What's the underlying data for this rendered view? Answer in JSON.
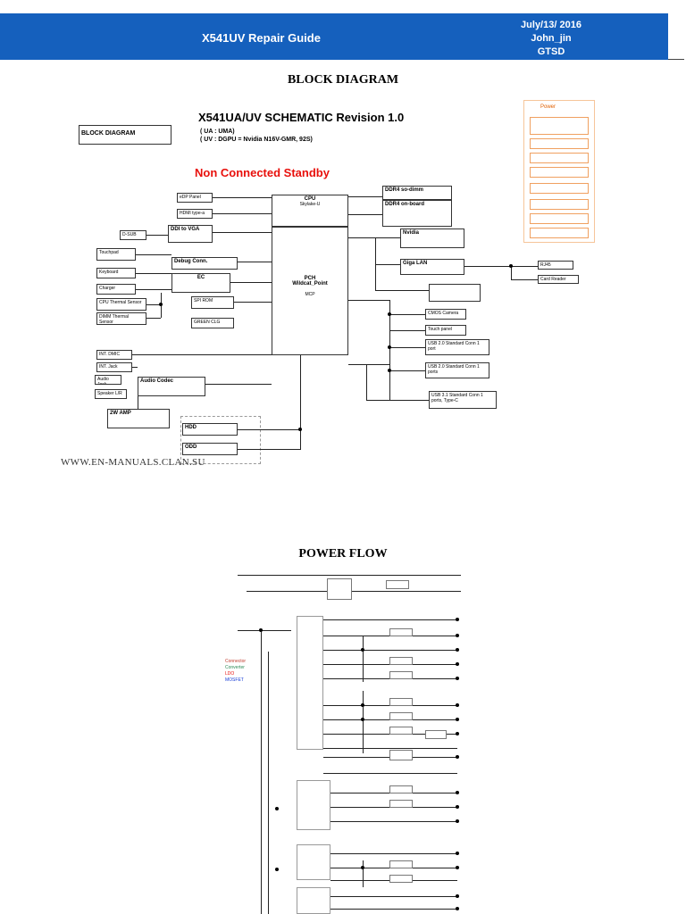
{
  "header": {
    "title": "X541UV Repair Guide",
    "date": "July/13/ 2016",
    "author": "John_jin",
    "dept": "GTSD"
  },
  "block_section": {
    "title": "BLOCK DIAGRAM",
    "label_box": "BLOCK DIAGRAM",
    "schematic_title": "X541UA/UV SCHEMATIC Revision 1.0",
    "variant_ua": "( UA : UMA)",
    "variant_uv": "( UV : DGPU = Nvidia N16V-GMR, 92S)",
    "standby_note": "Non Connected Standby",
    "power_legend_title": "Power",
    "blocks": {
      "cpu": "CPU",
      "cpu_sub": "Skylake-U",
      "ddr4_sodimm": "DDR4 so-dimm",
      "ddr4_onboard": "DDR4 on-board",
      "pch": "PCH",
      "pch_sub": "Wildcat_Point",
      "mcp": "MCP",
      "nvidia": "Nvidia",
      "gigalan": "Giga LAN",
      "rj45": "RJ45",
      "card_reader": "Card Reader",
      "ddi_vga": "DDI to VGA",
      "dsub": "D-SUB",
      "edp": "eDP Panel",
      "hdmi": "HDMI type-a",
      "touchpad": "Touchpad",
      "keyboard": "Keyboard",
      "charger": "Charger",
      "cpu_thermal": "CPU Thermal Sensor",
      "dimm_thermal": "DIMM Thermal Sensor",
      "debug": "Debug Conn.",
      "ec": "EC",
      "spi_rom": "SPI ROM",
      "green_clg": "GREEN CLG",
      "cmos_camera": "CMOS Camera",
      "touch_panel": "Touch panel",
      "usb20_a": "USB 2.0 Standard Conn 1 port",
      "usb20_b": "USB 2.0 Standard Conn 1 ports",
      "usb31": "USB 3.1 Standard Conn 1 ports, Type-C",
      "int_dmic": "INT. DMIC",
      "int_jack": "INT. Jack",
      "audio_jack": "Audio Jack",
      "speaker": "Speaker L/R",
      "audio_codec": "Audio Codec",
      "amp": "2W AMP",
      "hdd": "HDD",
      "odd": "ODD"
    },
    "watermark": "WWW.EN-MANUALS.CLAN.SU"
  },
  "power_section": {
    "title": "POWER FLOW",
    "legend": [
      "Connector",
      "Converter",
      "LDO",
      "MOSFET"
    ]
  },
  "colors": {
    "header_bg": "#1560bd",
    "standby_red": "#e8100c",
    "power_orange": "#f0a060"
  }
}
